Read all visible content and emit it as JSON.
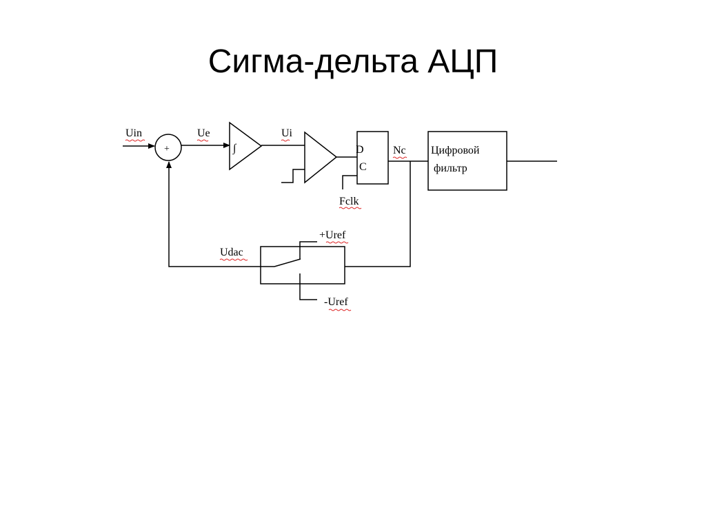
{
  "slide": {
    "title": "Сигма-дельта АЦП"
  },
  "diagram": {
    "signals": {
      "uin": "Uin",
      "ue": "Ue",
      "ui": "Ui",
      "nc": "Nc",
      "fclk": "Fclk",
      "udac": "Udac",
      "uref_pos": "+Uref",
      "uref_neg": "-Uref"
    },
    "summer_symbol": "+",
    "integrator_symbol": "∫",
    "flipflop": {
      "d": "D",
      "c": "C"
    },
    "digital_filter": {
      "line1": "Цифровой",
      "line2": "фильтр"
    }
  }
}
